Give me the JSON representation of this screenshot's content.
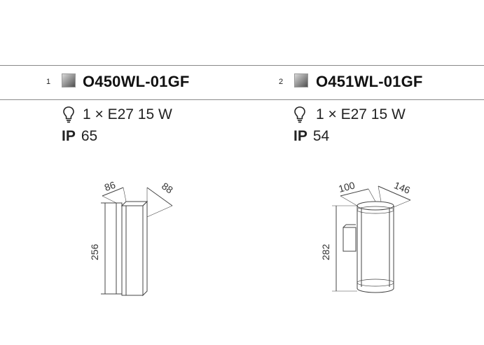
{
  "products": [
    {
      "index": "1",
      "code": "O450WL-01GF",
      "lamp": "1 × E27 15 W",
      "ip_label": "IP",
      "ip_value": "65",
      "dimensions": {
        "width": "86",
        "depth": "88",
        "height": "256"
      }
    },
    {
      "index": "2",
      "code": "O451WL-01GF",
      "lamp": "1 × E27 15 W",
      "ip_label": "IP",
      "ip_value": "54",
      "dimensions": {
        "width": "100",
        "depth": "146",
        "height": "282"
      }
    }
  ],
  "icons": {
    "lamp": "bulb-icon",
    "finish": "finish-swatch"
  }
}
